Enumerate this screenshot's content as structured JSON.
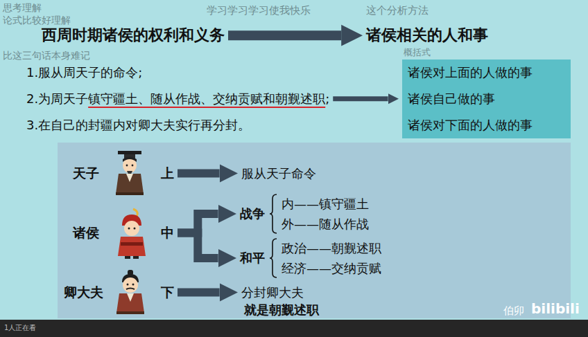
{
  "diagram": {
    "nodes": [
      {
        "text": [
          "西周时期诸侯的权利和义务"
        ]
      },
      {
        "text": [
          "诸侯相关的人和事"
        ]
      },
      {
        "text": [
          "1.服从周天子的命令;"
        ]
      },
      {
        "text": [
          "2.为周天子镇守疆土、随从作战、交纳贡赋和朝觐述职;"
        ]
      },
      {
        "text": [
          "3.在自己的封疆内对卿大夫实行再分封。"
        ]
      },
      {
        "text": [
          "诸侯对上面的人做的事"
        ]
      },
      {
        "text": [
          "诸侯自己做的事"
        ]
      },
      {
        "text": [
          "诸侯对下面的人做的事"
        ]
      },
      {
        "text": [
          "上"
        ]
      },
      {
        "text": [
          "服从天子命令"
        ]
      },
      {
        "text": [
          "中"
        ]
      },
      {
        "text": [
          "战争",
          "内——镇守疆土",
          "外——随从作战"
        ]
      },
      {
        "text": [
          "和平",
          "政治——朝觐述职",
          "经济——交纳贡赋"
        ]
      },
      {
        "text": [
          "下"
        ]
      },
      {
        "text": [
          "分封卿大夫"
        ]
      }
    ],
    "edges": [
      {
        "from": 0,
        "to": 1,
        "arrow": "to"
      },
      {
        "from": 3,
        "to": 6,
        "arrow": "to"
      },
      {
        "from": 8,
        "to": 9,
        "arrow": "to"
      },
      {
        "from": 10,
        "to": 11,
        "arrow": "to"
      },
      {
        "from": 10,
        "to": 12,
        "arrow": "to"
      },
      {
        "from": 13,
        "to": 14,
        "arrow": "to"
      }
    ],
    "labels": [
      "思考理解",
      "学习学习学习使我快乐",
      "论式比较好理解",
      "比这三句话本身难记",
      "这个分析方法",
      "概括式",
      "天子",
      "诸侯",
      "卿大夫",
      "就是朝觐述职",
      "伯卯",
      "bilibili",
      "1人正在看"
    ]
  }
}
